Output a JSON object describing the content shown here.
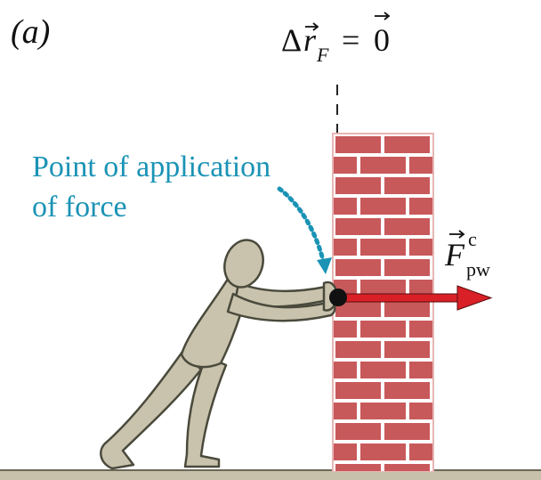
{
  "panel_label": "(a)",
  "displacement_equation": {
    "lhs_delta": "Δ",
    "lhs_r": "r",
    "lhs_subscript": "F",
    "equals": "=",
    "rhs": "0"
  },
  "annotation": {
    "line1": "Point of application",
    "line2": "of force"
  },
  "force_label": {
    "symbol": "F",
    "superscript": "c",
    "subscript": "pw"
  },
  "colors": {
    "brick": "#c8595b",
    "mortar": "#ffffff",
    "wall_edge": "#e7b6b4",
    "figure_fill": "#c9c3ad",
    "figure_stroke": "#4a4a3c",
    "force_arrow": "#d92027",
    "annotation_text": "#1a93b5",
    "ground": "#c7c1ac"
  },
  "icons": {
    "arrow": "right-arrow",
    "vector_accent": "vector-arrow-accent",
    "point": "black-dot"
  }
}
